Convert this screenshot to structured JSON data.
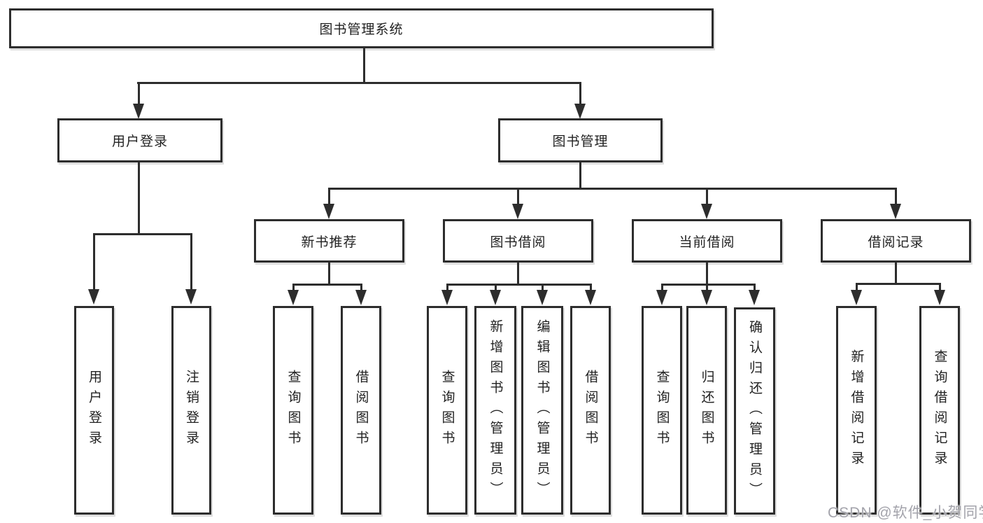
{
  "nodes": {
    "root": "图书管理系统",
    "userLogin": "用户登录",
    "bookMgmt": "图书管理",
    "newBooks": "新书推荐",
    "bookBorrow": "图书借阅",
    "currentBorrow": "当前借阅",
    "borrowRecords": "借阅记录"
  },
  "leaves": {
    "userLogin": [
      "用户登录",
      "注销登录"
    ],
    "newBooks": [
      "查询图书",
      "借阅图书"
    ],
    "bookBorrow": [
      "查询图书",
      "新增图书（管理员）",
      "编辑图书（管理员）",
      "借阅图书"
    ],
    "currentBorrow": [
      "查询图书",
      "归还图书",
      "确认归还（管理员）"
    ],
    "borrowRecords": [
      "新增借阅记录",
      "查询借阅记录"
    ]
  },
  "watermark": "CSDN @软件_小贺同学",
  "colors": {
    "line": "#2d2d2d",
    "text": "#222222",
    "watermark": "#a3a3ab",
    "background": "#ffffff"
  }
}
